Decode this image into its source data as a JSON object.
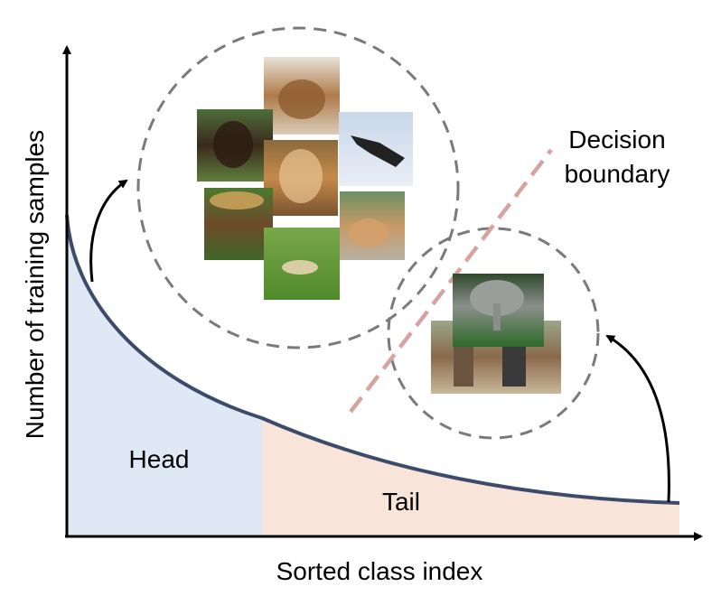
{
  "labels": {
    "y_axis": "Number of training samples",
    "x_axis": "Sorted class index",
    "head": "Head",
    "tail": "Tail",
    "decision_line1": "Decision",
    "decision_line2": "boundary"
  },
  "colors": {
    "curve": "#3d4b6b",
    "head_fill": "#dfe9f5",
    "tail_fill": "#f8e4d8",
    "circle_stroke": "#7a7a7a",
    "boundary": "#d6a3a0",
    "axis": "#000000"
  }
}
